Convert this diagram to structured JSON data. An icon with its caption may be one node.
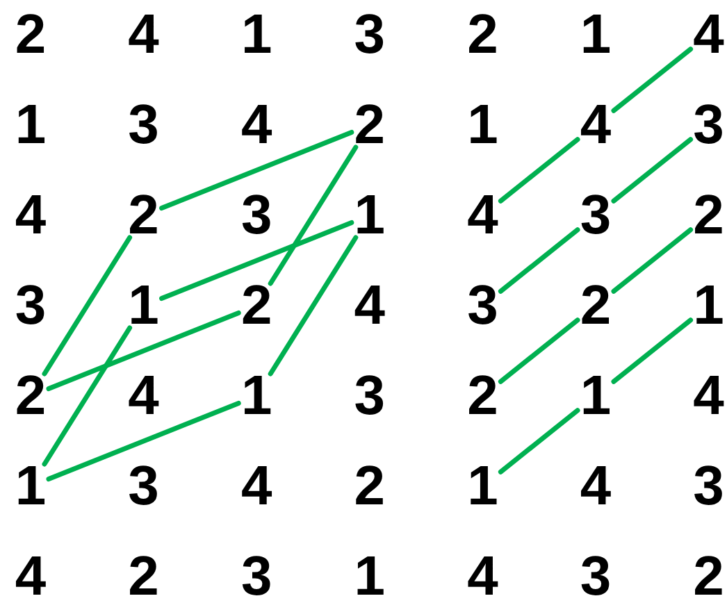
{
  "diagram": {
    "nodes": [
      {
        "text": [
          "2"
        ]
      },
      {
        "text": [
          "4"
        ]
      },
      {
        "text": [
          "1"
        ]
      },
      {
        "text": [
          "3"
        ]
      },
      {
        "text": [
          "2"
        ]
      },
      {
        "text": [
          "1"
        ]
      },
      {
        "text": [
          "4"
        ]
      },
      {
        "text": [
          "1"
        ]
      },
      {
        "text": [
          "3"
        ]
      },
      {
        "text": [
          "4"
        ]
      },
      {
        "text": [
          "2"
        ]
      },
      {
        "text": [
          "1"
        ]
      },
      {
        "text": [
          "4"
        ]
      },
      {
        "text": [
          "3"
        ]
      },
      {
        "text": [
          "4"
        ]
      },
      {
        "text": [
          "2"
        ]
      },
      {
        "text": [
          "3"
        ]
      },
      {
        "text": [
          "1"
        ]
      },
      {
        "text": [
          "4"
        ]
      },
      {
        "text": [
          "3"
        ]
      },
      {
        "text": [
          "2"
        ]
      },
      {
        "text": [
          "3"
        ]
      },
      {
        "text": [
          "1"
        ]
      },
      {
        "text": [
          "2"
        ]
      },
      {
        "text": [
          "4"
        ]
      },
      {
        "text": [
          "3"
        ]
      },
      {
        "text": [
          "2"
        ]
      },
      {
        "text": [
          "1"
        ]
      },
      {
        "text": [
          "2"
        ]
      },
      {
        "text": [
          "4"
        ]
      },
      {
        "text": [
          "1"
        ]
      },
      {
        "text": [
          "3"
        ]
      },
      {
        "text": [
          "2"
        ]
      },
      {
        "text": [
          "1"
        ]
      },
      {
        "text": [
          "4"
        ]
      },
      {
        "text": [
          "1"
        ]
      },
      {
        "text": [
          "3"
        ]
      },
      {
        "text": [
          "4"
        ]
      },
      {
        "text": [
          "2"
        ]
      },
      {
        "text": [
          "1"
        ]
      },
      {
        "text": [
          "4"
        ]
      },
      {
        "text": [
          "3"
        ]
      },
      {
        "text": [
          "4"
        ]
      },
      {
        "text": [
          "2"
        ]
      },
      {
        "text": [
          "3"
        ]
      },
      {
        "text": [
          "1"
        ]
      },
      {
        "text": [
          "4"
        ]
      },
      {
        "text": [
          "3"
        ]
      },
      {
        "text": [
          "2"
        ]
      }
    ],
    "edges": [
      {
        "from": 28,
        "to": 15,
        "arrow": "none"
      },
      {
        "from": 15,
        "to": 10,
        "arrow": "none"
      },
      {
        "from": 10,
        "to": 23,
        "arrow": "none"
      },
      {
        "from": 23,
        "to": 28,
        "arrow": "none"
      },
      {
        "from": 35,
        "to": 22,
        "arrow": "none"
      },
      {
        "from": 22,
        "to": 17,
        "arrow": "none"
      },
      {
        "from": 17,
        "to": 30,
        "arrow": "none"
      },
      {
        "from": 30,
        "to": 35,
        "arrow": "none"
      },
      {
        "from": 18,
        "to": 12,
        "arrow": "none"
      },
      {
        "from": 12,
        "to": 6,
        "arrow": "none"
      },
      {
        "from": 25,
        "to": 19,
        "arrow": "none"
      },
      {
        "from": 19,
        "to": 13,
        "arrow": "none"
      },
      {
        "from": 32,
        "to": 26,
        "arrow": "none"
      },
      {
        "from": 26,
        "to": 20,
        "arrow": "none"
      },
      {
        "from": 39,
        "to": 33,
        "arrow": "none"
      },
      {
        "from": 33,
        "to": 27,
        "arrow": "none"
      }
    ]
  }
}
